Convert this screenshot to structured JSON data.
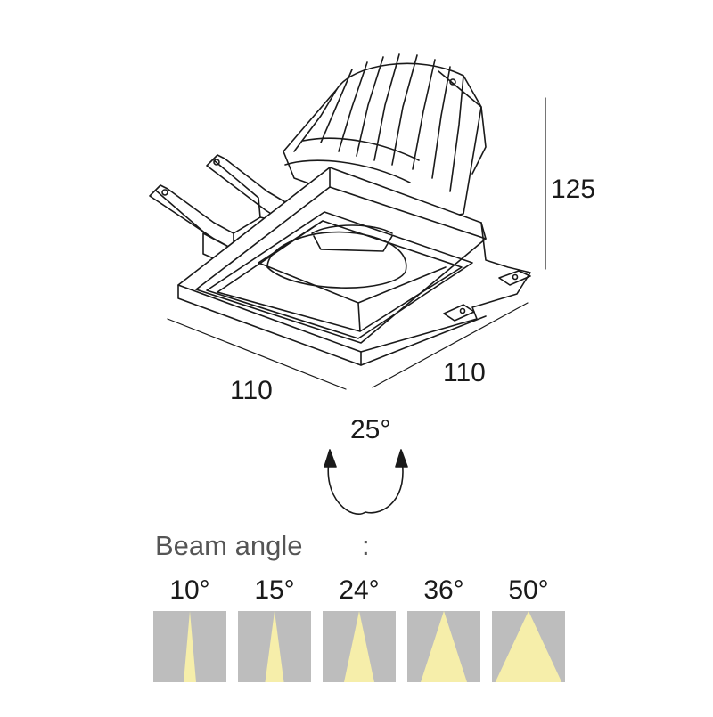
{
  "dimensions": {
    "height": "125",
    "width_left": "110",
    "width_right": "110"
  },
  "tilt": {
    "angle": "25°"
  },
  "beam": {
    "title": "Beam angle",
    "colon": ":",
    "options": [
      {
        "label": "10°",
        "degrees": 10
      },
      {
        "label": "15°",
        "degrees": 15
      },
      {
        "label": "24°",
        "degrees": 24
      },
      {
        "label": "36°",
        "degrees": 36
      },
      {
        "label": "50°",
        "degrees": 50
      }
    ]
  },
  "colors": {
    "line": "#1a1a1a",
    "beam_background": "#bdbdbd",
    "beam_light": "#f6eeaa",
    "label_grey": "#555555"
  }
}
